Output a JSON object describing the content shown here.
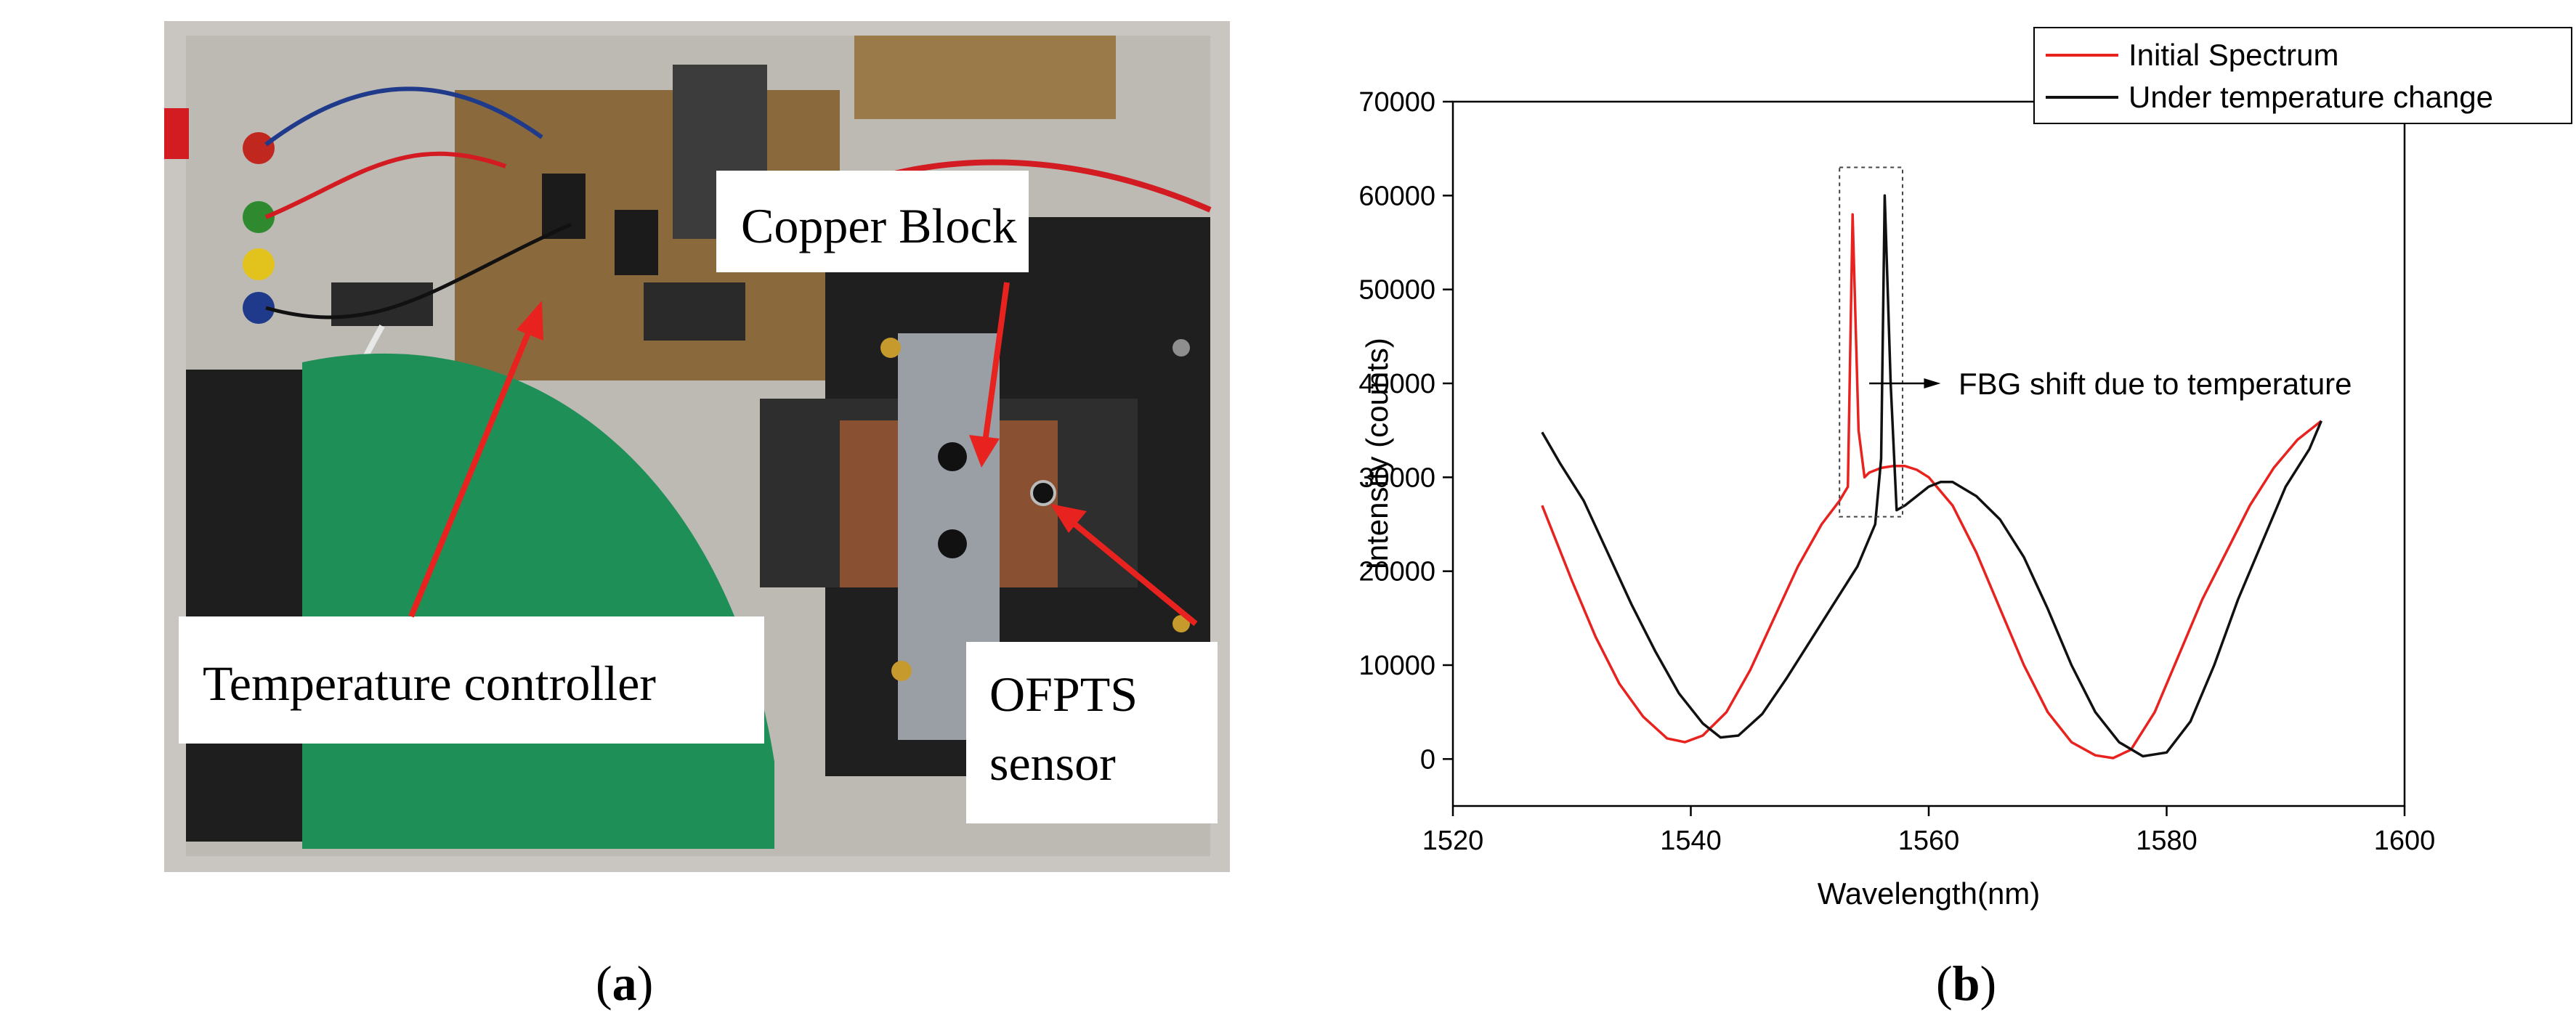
{
  "figure": {
    "panel_a_label": "a",
    "panel_b_label": "b"
  },
  "photo": {
    "callouts": {
      "copper_block": "Copper Block",
      "temperature_controller": "Temperature controller",
      "sensor_line1": "OFPTS",
      "sensor_line2": "sensor"
    }
  },
  "chart_data": {
    "type": "line",
    "title": "",
    "xlabel": "Wavelength(nm)",
    "ylabel": "Intensity (counts)",
    "xlim": [
      1520,
      1600
    ],
    "ylim": [
      -5000,
      70000
    ],
    "xticks": [
      1520,
      1540,
      1560,
      1580,
      1600
    ],
    "yticks": [
      0,
      10000,
      20000,
      30000,
      40000,
      50000,
      60000,
      70000
    ],
    "grid": false,
    "legend_position": "top-right",
    "annotation": "FBG shift due to temperature",
    "series": [
      {
        "name": "Initial Spectrum",
        "color": "#e8231f",
        "x": [
          1527.5,
          1530,
          1532,
          1534,
          1536,
          1538,
          1539.5,
          1541,
          1543,
          1545,
          1547,
          1549,
          1551,
          1552.5,
          1553.2,
          1553.6,
          1554.1,
          1554.6,
          1555,
          1556,
          1557,
          1558,
          1559,
          1560,
          1562,
          1564,
          1566,
          1568,
          1570,
          1572,
          1574,
          1575.5,
          1577,
          1579,
          1581,
          1583,
          1585,
          1587,
          1589,
          1591,
          1593
        ],
        "y": [
          27000,
          19000,
          13000,
          8000,
          4500,
          2200,
          1800,
          2500,
          5000,
          9500,
          15000,
          20500,
          25000,
          27500,
          29000,
          58000,
          35000,
          30000,
          30500,
          31000,
          31200,
          31200,
          30800,
          30000,
          27000,
          22000,
          16000,
          10000,
          5000,
          1800,
          400,
          100,
          1000,
          5000,
          11000,
          17000,
          22000,
          27000,
          31000,
          34000,
          36000
        ]
      },
      {
        "name": "Under temperature change",
        "color": "#111111",
        "x": [
          1527.5,
          1529,
          1531,
          1533,
          1535,
          1537,
          1539,
          1541,
          1542.5,
          1544,
          1546,
          1548,
          1550,
          1552,
          1554,
          1555.5,
          1556,
          1556.3,
          1556.8,
          1557.3,
          1558,
          1559,
          1560,
          1561,
          1562,
          1564,
          1566,
          1568,
          1570,
          1572,
          1574,
          1576,
          1578,
          1580,
          1582,
          1584,
          1586,
          1588,
          1590,
          1592,
          1593
        ],
        "y": [
          34800,
          31500,
          27500,
          22000,
          16500,
          11500,
          7000,
          3800,
          2300,
          2500,
          4800,
          8500,
          12500,
          16500,
          20500,
          25000,
          32000,
          60000,
          40000,
          26500,
          27000,
          28000,
          29000,
          29500,
          29500,
          28000,
          25500,
          21500,
          16000,
          10000,
          5000,
          1800,
          300,
          700,
          4000,
          10000,
          17000,
          23000,
          29000,
          33000,
          36000
        ]
      }
    ]
  }
}
